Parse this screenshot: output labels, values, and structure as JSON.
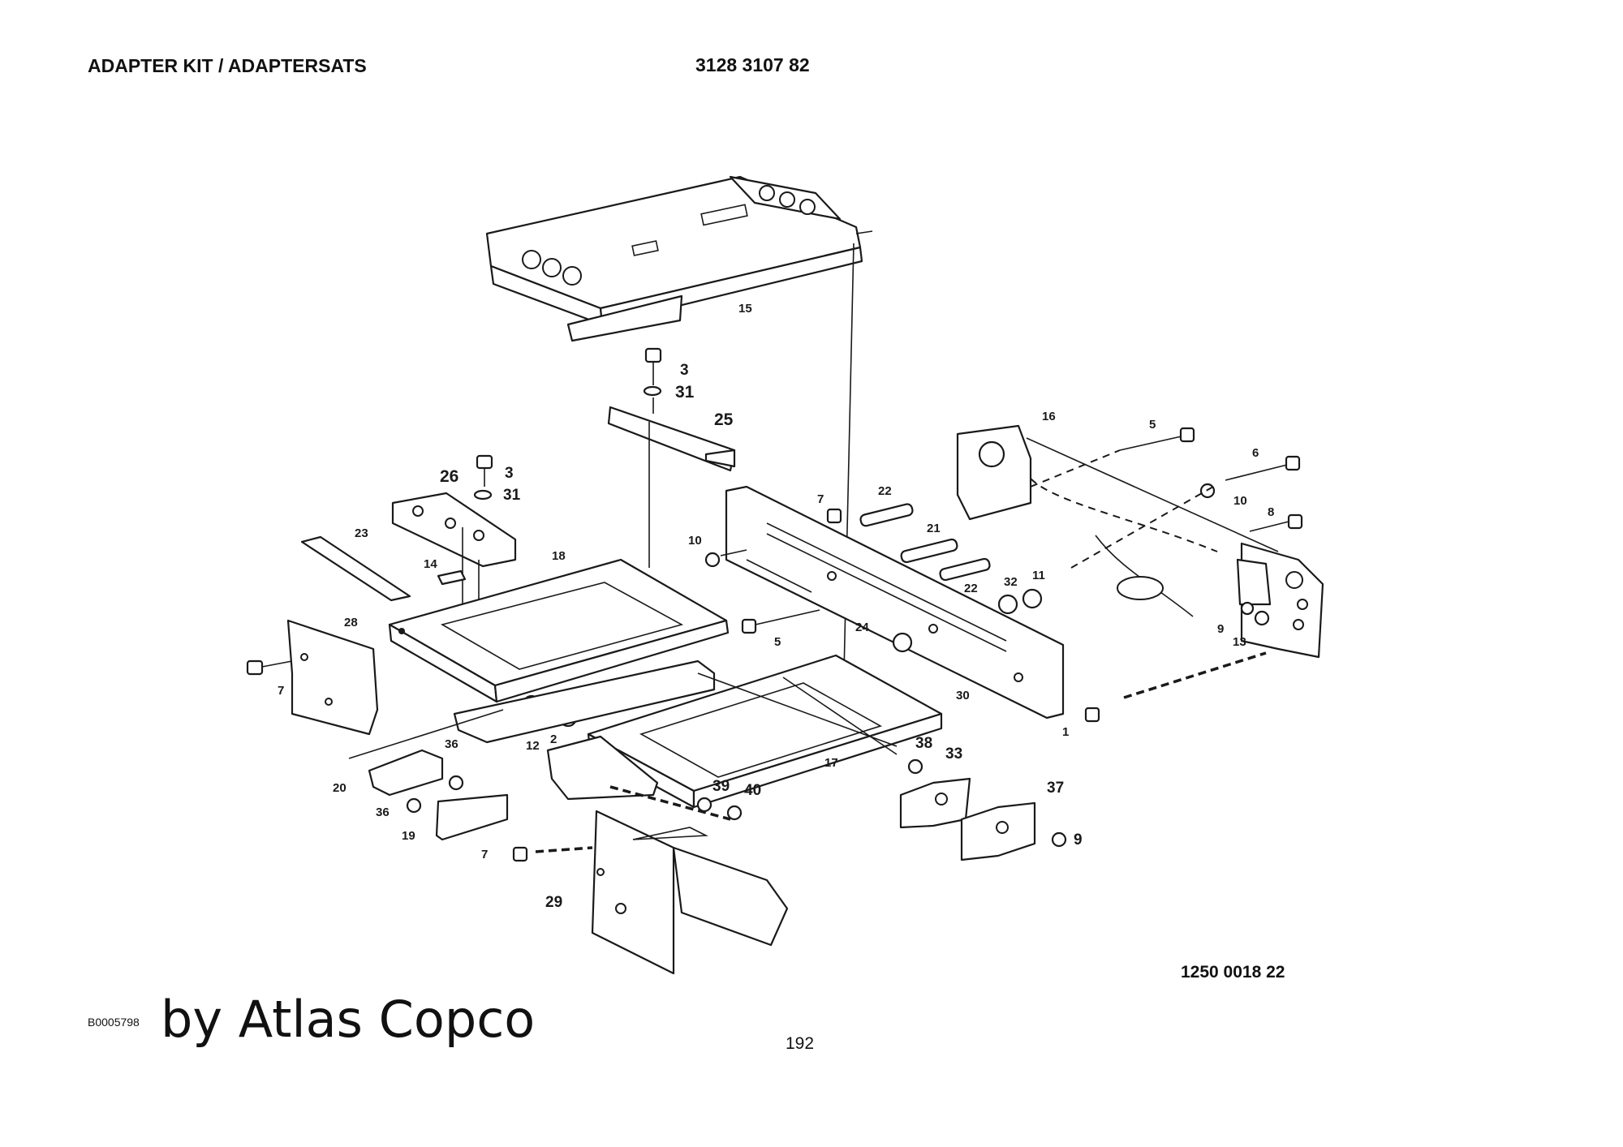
{
  "header": {
    "title": "ADAPTER KIT / ADAPTERSATS",
    "part_number": "3128 3107 82"
  },
  "footer": {
    "drawing_number": "1250 0018 22",
    "image_id": "B0005798",
    "credit": "by Atlas Copco",
    "page_number": "192"
  },
  "callouts": [
    {
      "n": "15"
    },
    {
      "n": "3"
    },
    {
      "n": "31"
    },
    {
      "n": "25"
    },
    {
      "n": "3"
    },
    {
      "n": "26"
    },
    {
      "n": "31"
    },
    {
      "n": "23"
    },
    {
      "n": "14"
    },
    {
      "n": "18"
    },
    {
      "n": "28"
    },
    {
      "n": "7"
    },
    {
      "n": "16"
    },
    {
      "n": "5"
    },
    {
      "n": "6"
    },
    {
      "n": "10"
    },
    {
      "n": "8"
    },
    {
      "n": "7"
    },
    {
      "n": "22"
    },
    {
      "n": "21"
    },
    {
      "n": "22"
    },
    {
      "n": "10"
    },
    {
      "n": "32"
    },
    {
      "n": "11"
    },
    {
      "n": "9"
    },
    {
      "n": "13"
    },
    {
      "n": "5"
    },
    {
      "n": "24"
    },
    {
      "n": "30"
    },
    {
      "n": "1"
    },
    {
      "n": "12"
    },
    {
      "n": "2"
    },
    {
      "n": "17"
    },
    {
      "n": "38"
    },
    {
      "n": "33"
    },
    {
      "n": "37"
    },
    {
      "n": "9"
    },
    {
      "n": "39"
    },
    {
      "n": "40"
    },
    {
      "n": "36"
    },
    {
      "n": "20"
    },
    {
      "n": "36"
    },
    {
      "n": "19"
    },
    {
      "n": "7"
    },
    {
      "n": "29"
    }
  ]
}
